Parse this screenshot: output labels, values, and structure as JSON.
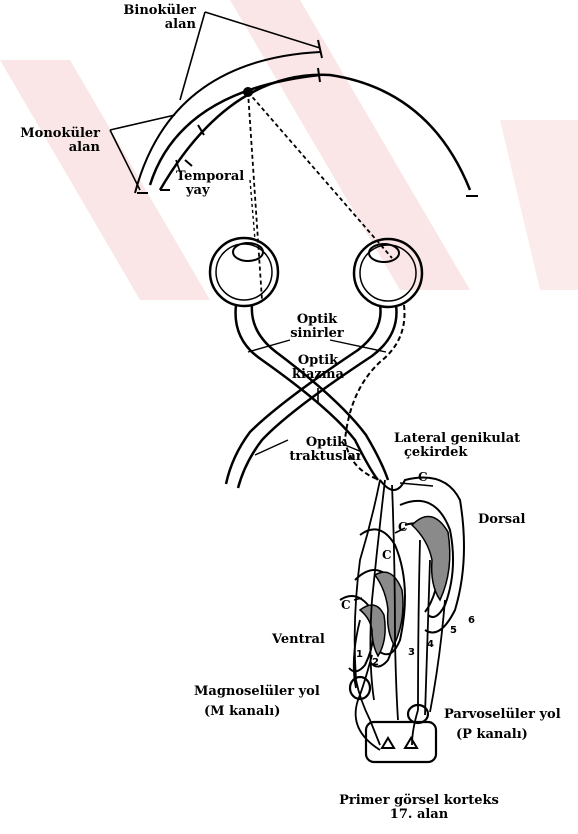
{
  "labels": {
    "binocular_l1": "Binoküler",
    "binocular_l2": "alan",
    "monocular_l1": "Monoküler",
    "monocular_l2": "alan",
    "temporal_l1": "Temporal",
    "temporal_l2": "yay",
    "optic_nerves_l1": "Optik",
    "optic_nerves_l2": "sinirler",
    "optic_chiasm_l1": "Optik",
    "optic_chiasm_l2": "kiazma",
    "optic_tracts_l1": "Optik",
    "optic_tracts_l2": "traktuslar",
    "lgn_l1": "Lateral genikulat",
    "lgn_l2": "çekirdek",
    "dorsal": "Dorsal",
    "ventral": "Ventral",
    "magno_l1": "Magnoselüler yol",
    "magno_l2": "(M kanalı)",
    "parvo_l1": "Parvoselüler yol",
    "parvo_l2": "(P kanalı)",
    "cortex_l1": "Primer görsel korteks",
    "cortex_l2": "17. alan"
  },
  "layer_letters": [
    "C",
    "C",
    "C",
    "C"
  ],
  "layer_numbers": [
    "1",
    "2",
    "3",
    "4",
    "5",
    "6"
  ],
  "colors": {
    "ink": "#000000",
    "background": "#ffffff",
    "watermark": "#f6d2d2",
    "layer_fill": "#8a8a8a"
  }
}
